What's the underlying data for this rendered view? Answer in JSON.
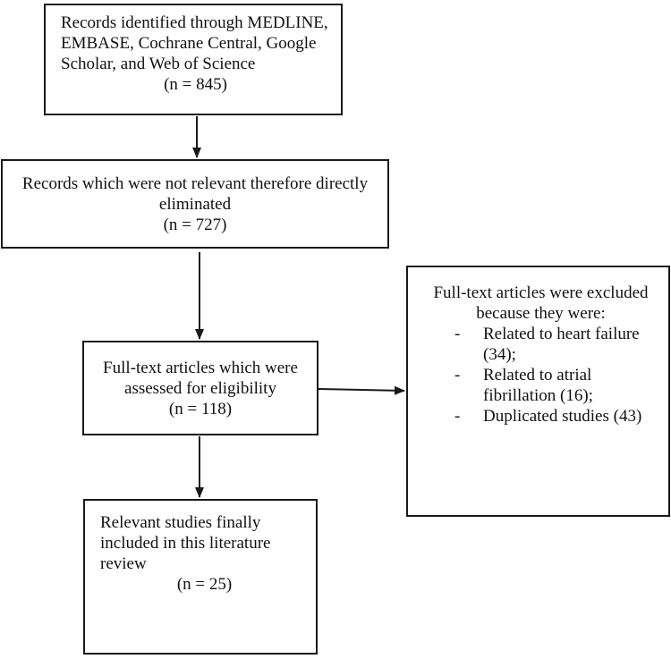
{
  "flowchart": {
    "identified": {
      "lines": [
        "Records identified through MEDLINE,",
        "EMBASE, Cochrane Central, Google",
        "Scholar, and Web of Science"
      ],
      "count": "(n = 845)"
    },
    "eliminated": {
      "lines": [
        "Records which were not relevant therefore directly",
        "eliminated"
      ],
      "count": "(n = 727)"
    },
    "assessed": {
      "lines": [
        "Full-text articles which were",
        "assessed for eligibility"
      ],
      "count": "(n = 118)"
    },
    "included": {
      "lines": [
        "Relevant studies finally",
        "included in this literature",
        "review"
      ],
      "count": "(n = 25)"
    },
    "excluded": {
      "header_lines": [
        "Full-text articles were excluded",
        "because they were:"
      ],
      "dash": "-",
      "items": [
        {
          "lines": [
            "Related to heart failure",
            "(34);"
          ]
        },
        {
          "lines": [
            "Related to atrial",
            "fibrillation (16);"
          ]
        },
        {
          "lines": [
            "Duplicated studies (43)"
          ]
        }
      ]
    }
  }
}
